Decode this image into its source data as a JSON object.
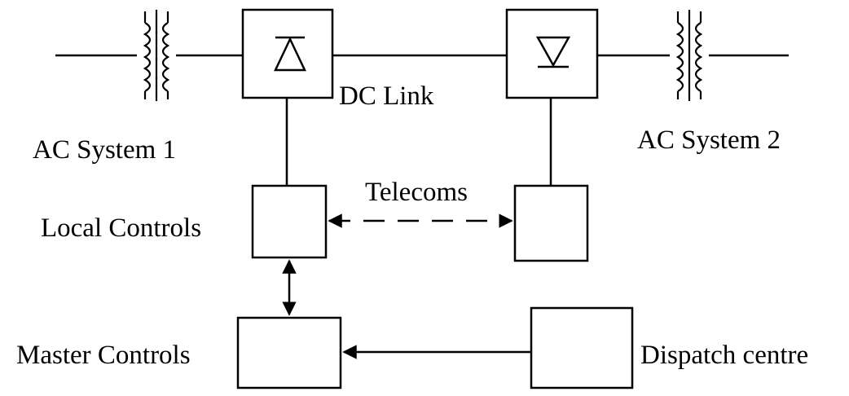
{
  "labels": {
    "dc_link": "DC Link",
    "ac_system_1": "AC System 1",
    "ac_system_2": "AC System 2",
    "telecoms": "Telecoms",
    "local_controls": "Local Controls",
    "master_controls": "Master Controls",
    "dispatch_centre": "Dispatch centre"
  },
  "colors": {
    "line": "#000000",
    "background": "#ffffff"
  }
}
